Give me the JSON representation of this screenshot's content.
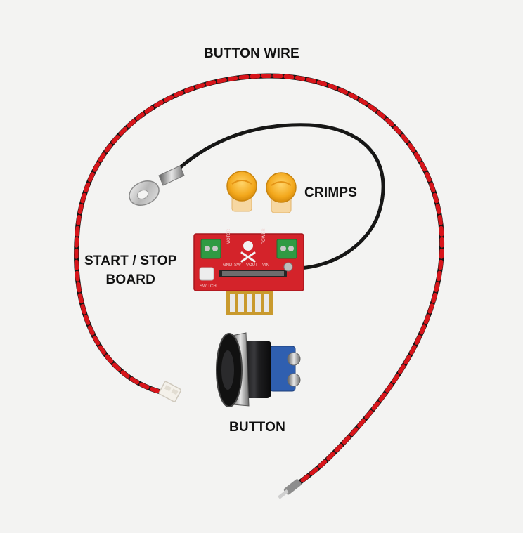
{
  "labels": {
    "button_wire": "BUTTON WIRE",
    "crimps": "CRIMPS",
    "start_stop_line1": "START / STOP",
    "start_stop_line2": "BOARD",
    "button": "BUTTON"
  },
  "board_text": {
    "motor": "MOTOR",
    "power": "POWER",
    "sw": "SW",
    "vout": "VOUT",
    "vin": "VIN",
    "gnd": "GND",
    "switch": "SWITCH"
  },
  "colors": {
    "background": "#f3f3f2",
    "wire_red": "#d8151b",
    "wire_black": "#151515",
    "board_red": "#d4232a",
    "terminal_green": "#2f9a43",
    "crimp_orange": "#f3a81c",
    "button_housing": "#1b1b1d",
    "button_base_blue": "#2f5fb0"
  }
}
